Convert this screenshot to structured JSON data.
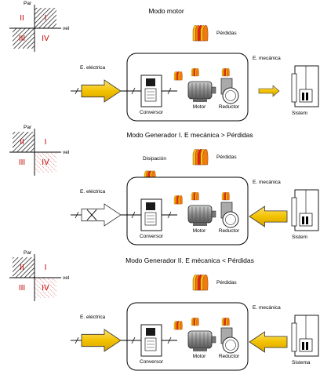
{
  "panels": [
    {
      "title": "Modo motor",
      "losses_label": "Pérdidas",
      "dissipation_label": "",
      "quadrant": {
        "axis_y": "Par",
        "axis_x": "vel",
        "q2": "II",
        "q1": "I",
        "q3": "III",
        "q4": "IV"
      },
      "electric_label": "E. eléctrica",
      "mechanical_label": "E. mecánica",
      "converter_label": "Conversor",
      "motor_label": "Motor",
      "reducer_label": "Reductor",
      "system_label": "Sistem"
    },
    {
      "title": "Modo Generador I. E mecánica > Pérdidas",
      "losses_label": "Pérdidas",
      "dissipation_label": "Disipación",
      "quadrant": {
        "axis_y": "Par",
        "axis_x": "vel",
        "q2": "II",
        "q1": "I",
        "q3": "III",
        "q4": "IV"
      },
      "electric_label": "E. eléctrica",
      "mechanical_label": "E. mecánica",
      "converter_label": "Conversor",
      "motor_label": "Motor",
      "reducer_label": "Reductor",
      "system_label": "Sistem"
    },
    {
      "title": "Modo Generador II. E mécanica < Pérdidas",
      "losses_label": "Pérdidas",
      "dissipation_label": "",
      "quadrant": {
        "axis_y": "Par",
        "axis_x": "vel",
        "q2": "II",
        "q1": "I",
        "q3": "III",
        "q4": "IV"
      },
      "electric_label": "E. eléctrica",
      "mechanical_label": "E. mecánica",
      "converter_label": "Conversor",
      "motor_label": "Motor",
      "reducer_label": "Reductor",
      "system_label": "Sistema"
    }
  ],
  "colors": {
    "arrow_yellow": "#f2c200",
    "arrow_yellow_light": "#ffe070",
    "loss_red": "#e02020",
    "loss_orange": "#f07a10",
    "loss_yellow": "#f5c20a",
    "hatch": "#000000",
    "hatch_dotted": "#c00000",
    "motor_gray": "#8a8a8a",
    "converter_panel": "#1a1a1a"
  }
}
